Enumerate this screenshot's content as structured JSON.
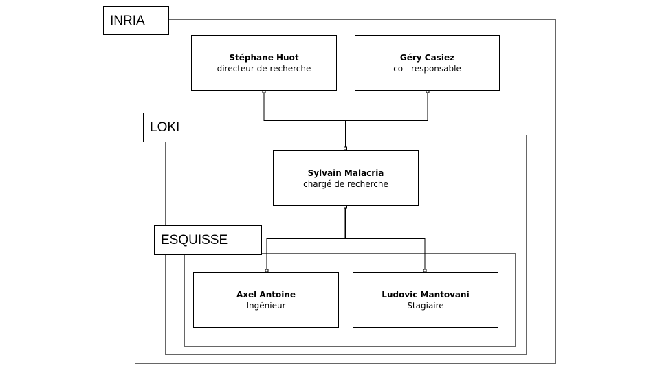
{
  "groups": {
    "inria": {
      "label": "INRIA"
    },
    "loki": {
      "label": "LOKI"
    },
    "esquisse": {
      "label": "ESQUISSE"
    }
  },
  "people": {
    "huot": {
      "name": "Stéphane Huot",
      "role": "directeur de recherche"
    },
    "casiez": {
      "name": "Géry Casiez",
      "role": "co - responsable"
    },
    "malacria": {
      "name": "Sylvain Malacria",
      "role": "chargé de recherche"
    },
    "antoine": {
      "name": "Axel Antoine",
      "role": "Ingénieur"
    },
    "mantovani": {
      "name": "Ludovic Mantovani",
      "role": "Stagiaire"
    }
  }
}
